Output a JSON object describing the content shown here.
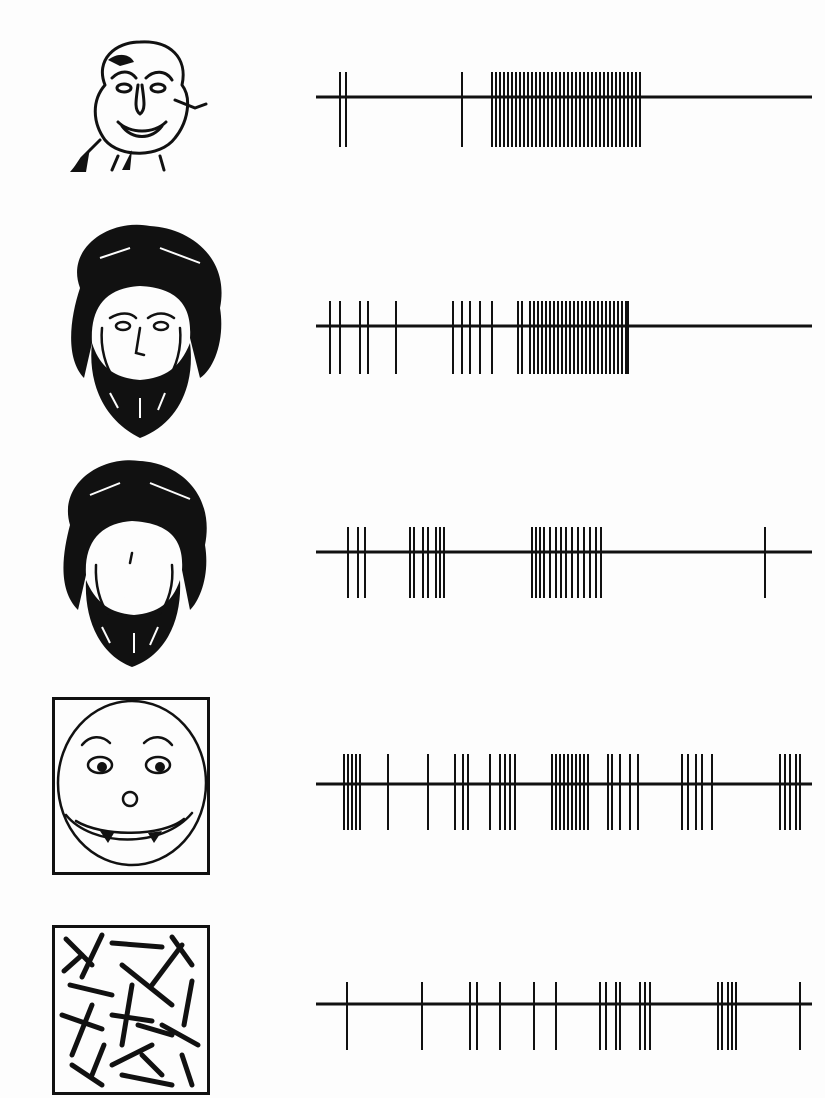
{
  "figure": {
    "ink_color": "#111111",
    "background_color": "#fdfdfd",
    "rows": [
      {
        "stimulus": "monkey-face",
        "stimulus_icon": "monkey-face-drawing-icon",
        "spike_times": [
          340,
          346,
          462,
          492,
          496,
          500,
          504,
          508,
          512,
          516,
          520,
          524,
          528,
          532,
          536,
          540,
          544,
          548,
          552,
          556,
          560,
          564,
          568,
          572,
          576,
          580,
          584,
          588,
          592,
          596,
          600,
          604,
          608,
          612,
          616,
          620,
          624,
          628,
          632,
          636,
          640
        ]
      },
      {
        "stimulus": "bearded-human-face",
        "stimulus_icon": "bearded-face-drawing-icon",
        "spike_times": [
          330,
          340,
          360,
          368,
          396,
          453,
          462,
          470,
          480,
          492,
          518,
          522,
          530,
          534,
          538,
          542,
          546,
          550,
          554,
          558,
          562,
          566,
          570,
          574,
          578,
          582,
          586,
          590,
          594,
          598,
          602,
          606,
          610,
          614,
          618,
          622,
          626,
          628
        ]
      },
      {
        "stimulus": "bearded-face-missing-eyes",
        "stimulus_icon": "eyeless-face-drawing-icon",
        "spike_times": [
          348,
          358,
          365,
          410,
          414,
          423,
          428,
          436,
          440,
          444,
          532,
          536,
          540,
          544,
          550,
          556,
          561,
          566,
          572,
          578,
          584,
          590,
          596,
          601,
          765
        ]
      },
      {
        "stimulus": "cartoon-smiley-face",
        "stimulus_icon": "smiley-face-drawing-icon",
        "spike_times": [
          344,
          348,
          352,
          356,
          360,
          388,
          428,
          455,
          463,
          468,
          490,
          500,
          505,
          510,
          515,
          552,
          556,
          560,
          564,
          568,
          572,
          576,
          580,
          584,
          588,
          608,
          612,
          620,
          630,
          638,
          682,
          688,
          696,
          702,
          712,
          780,
          785,
          790,
          796,
          800
        ]
      },
      {
        "stimulus": "scrambled-lines",
        "stimulus_icon": "scrambled-lines-drawing-icon",
        "spike_times": [
          347,
          422,
          470,
          477,
          500,
          534,
          556,
          600,
          606,
          616,
          620,
          640,
          645,
          650,
          718,
          722,
          728,
          732,
          736,
          800
        ]
      }
    ]
  }
}
